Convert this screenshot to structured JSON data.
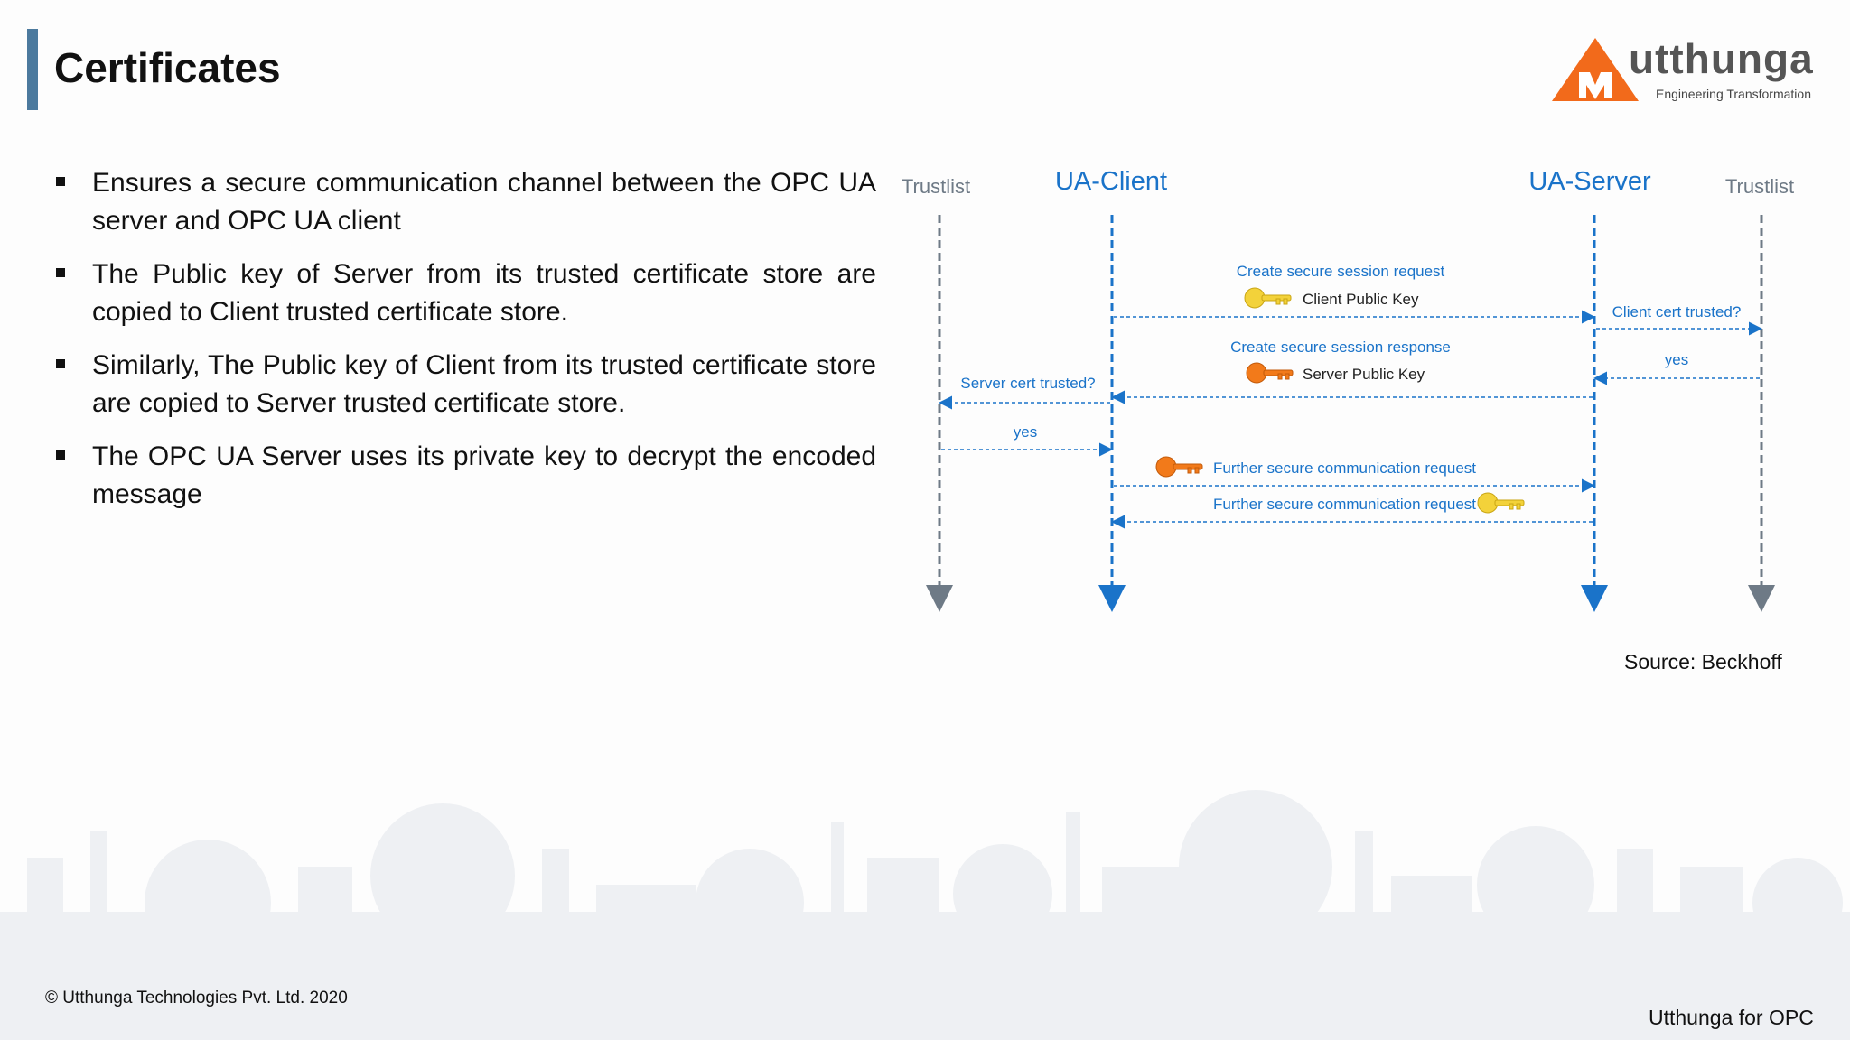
{
  "slide": {
    "title": "Certificates",
    "logo_word": "utthunga",
    "logo_tagline": "Engineering Transformation",
    "bullets": [
      "Ensures a secure communication channel between the OPC UA server and OPC UA client",
      "The Public key of Server from its trusted certificate store are copied to Client trusted certificate store.",
      "Similarly, The Public key of Client from its trusted certificate store are copied to Server trusted certificate store.",
      "The OPC UA Server uses its private key to decrypt the encoded message"
    ],
    "source": "Source: Beckhoff",
    "copyright": "© Utthunga Technologies Pvt. Ltd. 2020",
    "footer": "Utthunga for OPC"
  },
  "diagram": {
    "participants": {
      "trustlist_left": "Trustlist",
      "ua_client": "UA-Client",
      "ua_server": "UA-Server",
      "trustlist_right": "Trustlist"
    },
    "messages": {
      "create_request": "Create secure session request",
      "client_public_key": "Client Public Key",
      "client_cert_trusted": "Client cert trusted?",
      "create_response": "Create secure session response",
      "server_public_key": "Server Public Key",
      "yes_right": "yes",
      "server_cert_trusted": "Server cert trusted?",
      "yes_left": "yes",
      "further_request_1": "Further secure communication request",
      "further_request_2": "Further secure communication request"
    },
    "colors": {
      "client_server_line": "#1a73c9",
      "trustlist_line": "#6e7a86",
      "message_text": "#1a73c9",
      "key_yellow": "#f3d23a",
      "key_orange": "#f27a1a"
    },
    "icons": [
      "yellow-key-icon",
      "orange-key-icon"
    ]
  },
  "colors": {
    "title_accent": "#4c7a9e",
    "logo_orange": "#f26a1b"
  }
}
